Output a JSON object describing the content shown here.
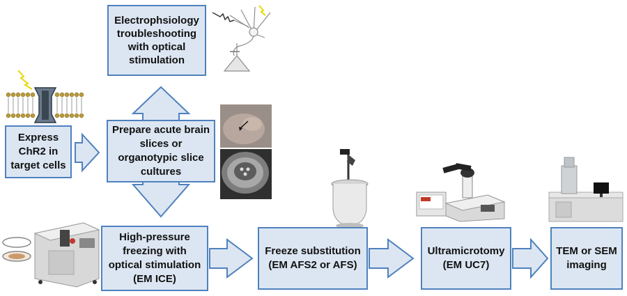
{
  "boxes": {
    "electrophysiology": "Electrophsiology troubleshooting with optical stimulation",
    "express": "Express ChR2 in target cells",
    "prepare": "Prepare acute brain slices or organotypic slice cultures",
    "hpf": "High-pressure freezing with optical stimulation (EM ICE)",
    "freeze_sub": "Freeze substitution (EM AFS2 or AFS)",
    "ultramicrotomy": "Ultramicrotomy (EM UC7)",
    "imaging": "TEM or SEM imaging"
  },
  "illustrations": [
    "channelrhodopsin-membrane-icon",
    "neuron-stimulation-icon",
    "brain-slice-photo",
    "culture-dish-photo",
    "high-pressure-freezer-icon",
    "freeze-substitution-unit-icon",
    "ultramicrotome-icon",
    "electron-microscope-icon"
  ],
  "colors": {
    "box_fill": "#dce6f2",
    "box_border": "#4f81bd",
    "light_yellow": "#f2e600"
  }
}
